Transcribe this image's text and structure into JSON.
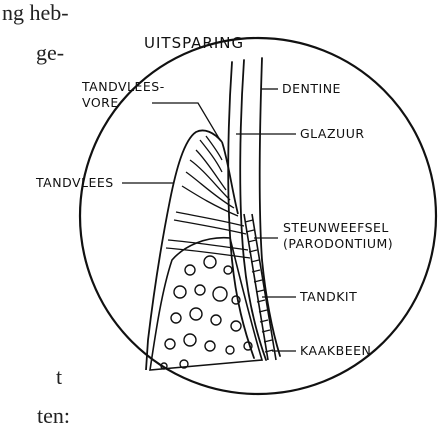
{
  "background_text": {
    "line1": "ng heb-",
    "line2": "ge-",
    "line3": "t",
    "line4": "ten:"
  },
  "diagram": {
    "title": "UITSPARING",
    "labels": {
      "tandvleesvore_1": "TANDVLEES-",
      "tandvleesvore_2": "VORE",
      "dentine": "DENTINE",
      "glazuur": "GLAZUUR",
      "tandvlees": "TANDVLEES",
      "steunweefsel_1": "STEUNWEEFSEL",
      "steunweefsel_2": "(PARODONTIUM)",
      "tandkit": "TANDKIT",
      "kaakbeen": "KAAKBEEN"
    }
  }
}
